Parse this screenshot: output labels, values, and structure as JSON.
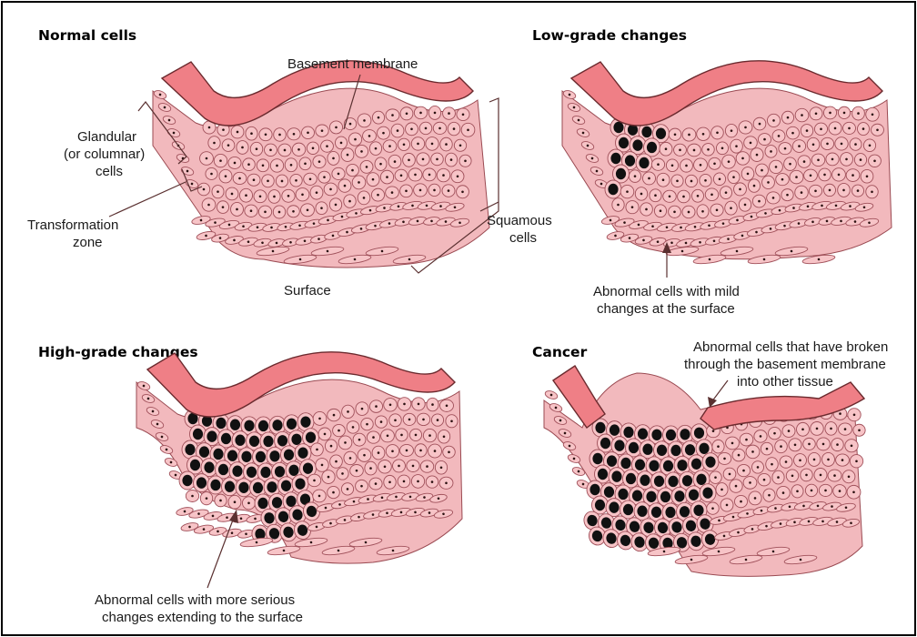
{
  "panels": {
    "normal": {
      "title": "Normal cells",
      "labels": {
        "basement_membrane": "Basement membrane",
        "glandular_1": "Glandular",
        "glandular_2": "(or columnar)",
        "glandular_3": "cells",
        "transformation_1": "Transformation",
        "transformation_2": "zone",
        "squamous_1": "Squamous",
        "squamous_2": "cells",
        "surface": "Surface"
      }
    },
    "low_grade": {
      "title": "Low-grade changes",
      "labels": {
        "abnormal_1": "Abnormal cells with mild",
        "abnormal_2": "changes at the surface"
      }
    },
    "high_grade": {
      "title": "High-grade changes",
      "labels": {
        "abnormal_1": "Abnormal cells with more serious",
        "abnormal_2": "changes extending to the surface"
      }
    },
    "cancer": {
      "title": "Cancer",
      "labels": {
        "abnormal_1": "Abnormal cells that have broken",
        "abnormal_2": "through the basement membrane",
        "abnormal_3": "into other tissue"
      }
    }
  },
  "colors": {
    "cell_fill": "#f7c4c7",
    "cell_stroke": "#a0505a",
    "membrane": "#ef7f86",
    "abnormal_nucleus": "#111111"
  }
}
